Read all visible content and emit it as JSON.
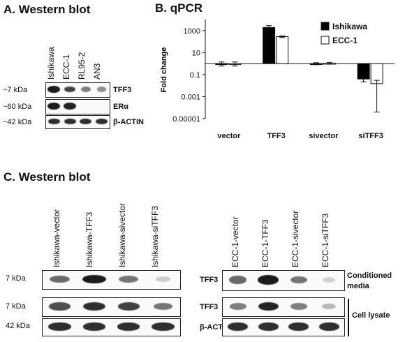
{
  "panelA": {
    "title": "A. Western blot",
    "lanes": [
      "Ishikawa",
      "ECC-1",
      "RL95-2",
      "AN3"
    ],
    "rows": [
      {
        "kda": "~7 kDa",
        "protein": "TFF3",
        "intensity": [
          0.95,
          0.75,
          0.45,
          0.35
        ]
      },
      {
        "kda": "~60 kDa",
        "protein": "ERα",
        "intensity": [
          0.95,
          0.9,
          0,
          0
        ]
      },
      {
        "kda": "~42 kDa",
        "protein": "β-ACTIN",
        "intensity": [
          0.85,
          0.85,
          0.85,
          0.85
        ]
      }
    ]
  },
  "panelB": {
    "title": "B. qPCR",
    "chart_data": {
      "type": "bar",
      "title": "",
      "xlabel": "",
      "ylabel": "Fold change",
      "scale": "log",
      "ylim": [
        1e-05,
        10000
      ],
      "yticks": [
        "1000",
        "10",
        "0.1",
        "0.001",
        "0.00001"
      ],
      "ytick_values": [
        1000,
        10,
        0.1,
        0.001,
        1e-05
      ],
      "baseline": 1,
      "categories": [
        "vector",
        "TFF3",
        "sivector",
        "siTFF3"
      ],
      "series": [
        {
          "name": "Ishikawa",
          "color": "#000000",
          "values": [
            1,
            1900,
            1,
            0.04
          ],
          "err_low": [
            0.6,
            1300,
            0.8,
            0.022
          ],
          "err_high": [
            1.4,
            2800,
            1.2,
            0.06
          ]
        },
        {
          "name": "ECC-1",
          "color": "#ffffff",
          "values": [
            1,
            280,
            1.1,
            0.015
          ],
          "err_low": [
            0.6,
            230,
            0.9,
            4e-05
          ],
          "err_high": [
            1.4,
            330,
            1.3,
            0.03
          ]
        }
      ],
      "legend": "top-right"
    }
  },
  "panelC": {
    "title": "C. Western blot",
    "left": {
      "lanes": [
        "Ishikawa-vector",
        "Ishikawa-TFF3",
        "Ishikawa-sivector",
        "Ishikawa-siTFF3"
      ],
      "rows": [
        {
          "kda": "7 kDa",
          "protein": "TFF3",
          "intensity": [
            0.55,
            0.95,
            0.5,
            0.05
          ]
        },
        {
          "kda": "7 kDa",
          "protein": "TFF3",
          "intensity": [
            0.7,
            0.85,
            0.75,
            0.5
          ]
        },
        {
          "kda": "42 kDa",
          "protein": "β-ACTIN",
          "intensity": [
            0.85,
            0.85,
            0.85,
            0.85
          ]
        }
      ]
    },
    "right": {
      "lanes": [
        "ECC-1-vector",
        "ECC-1-TFF3",
        "ECC-1-sivector",
        "ECC-1-siTFF3"
      ],
      "rows": [
        {
          "intensity": [
            0.55,
            0.95,
            0.5,
            0.02
          ]
        },
        {
          "intensity": [
            0.45,
            0.9,
            0.45,
            0.15
          ]
        },
        {
          "intensity": [
            0.85,
            0.85,
            0.85,
            0.85
          ]
        }
      ],
      "side_labels": {
        "conditioned_line1": "Conditioned",
        "conditioned_line2": "media",
        "cell_lysate": "Cell lysate"
      }
    }
  }
}
